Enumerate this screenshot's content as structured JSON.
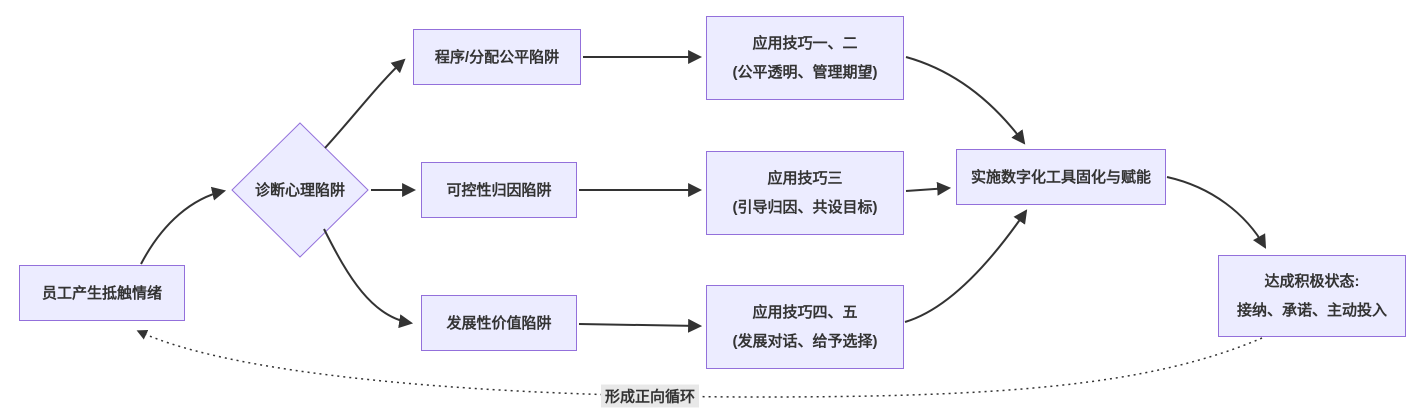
{
  "diagram": {
    "type": "flowchart",
    "colors": {
      "node_fill": "#ECECFF",
      "node_border": "#9370DB",
      "edge": "#333333",
      "edge_label_bg": "#e8e8e8",
      "text": "#333333",
      "background": "#ffffff"
    },
    "nodes": {
      "start": {
        "label": "员工产生抵触情绪"
      },
      "diagnose": {
        "label": "诊断心理陷阱",
        "shape": "diamond"
      },
      "trap_fairness": {
        "label": "程序/分配公平陷阱"
      },
      "skill_1_2": {
        "line1": "应用技巧一、二",
        "line2": "(公平透明、管理期望)"
      },
      "trap_attribution": {
        "label": "可控性归因陷阱"
      },
      "skill_3": {
        "line1": "应用技巧三",
        "line2": "(引导归因、共设目标)"
      },
      "trap_value": {
        "label": "发展性价值陷阱"
      },
      "skill_4_5": {
        "line1": "应用技巧四、五",
        "line2": "(发展对话、给予选择)"
      },
      "implement": {
        "label": "实施数字化工具固化与赋能"
      },
      "achieve": {
        "line1": "达成积极状态:",
        "line2": "接纳、承诺、主动投入"
      }
    },
    "edges": {
      "cycle_label": "形成正向循环"
    }
  }
}
